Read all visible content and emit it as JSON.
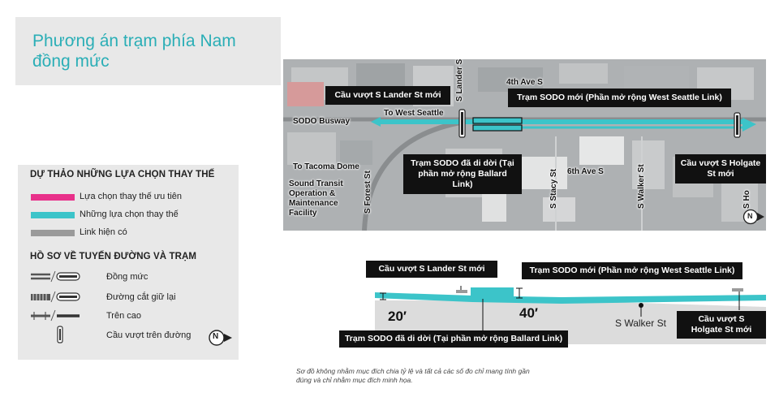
{
  "title": "Phương án trạm phía Nam đồng mức",
  "legend": {
    "alternatives_heading": "DỰ THẢO NHỮNG LỰA CHỌN THAY THẾ",
    "alternatives": [
      {
        "label": "Lựa chọn thay thế ưu tiên",
        "color": "#e8318a"
      },
      {
        "label": "Những lựa chọn thay thế",
        "color": "#3cc4c9"
      },
      {
        "label": "Link hiện có",
        "color": "#9a9a9a"
      }
    ],
    "profile_heading": "HỒ SƠ VỀ TUYẾN ĐƯỜNG VÀ TRẠM",
    "profiles": [
      {
        "label": "Đồng mức"
      },
      {
        "label": "Đường cắt giữ lại"
      },
      {
        "label": "Trên cao"
      },
      {
        "label": "Cầu vượt trên đường"
      }
    ],
    "north": "N"
  },
  "map": {
    "callouts": {
      "lander_overpass": "Cầu vượt S Lander St mới",
      "new_sodo_station": "Trạm SODO mới (Phần mở rộng West Seattle Link)",
      "relocated_sodo": "Trạm SODO đã di dời (Tại phần mở rộng Ballard Link)",
      "holgate_overpass": "Cầu vượt S Holgate St mới"
    },
    "labels": {
      "sodo_busway": "SODO Busway",
      "to_west_seattle": "To West Seattle",
      "s_lander_st": "S Lander St",
      "fourth_ave": "4th Ave S",
      "to_tacoma": "To Tacoma Dome",
      "sound_transit": "Sound Transit Operation & Maintenance Facility",
      "s_forest_st": "S Forest St",
      "sixth_ave": "6th Ave S",
      "s_stacy_st": "S Stacy St",
      "s_walker_st": "S Walker St",
      "s_holgate": "S Ho"
    },
    "north": "N"
  },
  "profile": {
    "callouts": {
      "lander_overpass": "Cầu vượt S Lander St mới",
      "new_sodo_station": "Trạm SODO mới (Phần mở rộng West Seattle Link)",
      "relocated_sodo": "Trạm SODO đã di dời (Tại phần mở rộng Ballard Link)",
      "holgate_overpass": "Cầu vượt S Holgate St mới"
    },
    "depth_left": "20′",
    "depth_right": "40′",
    "street": "S Walker St"
  },
  "disclaimer": "Sơ đồ không nhằm mục đích chia tỷ lệ và tất cả các số đo chỉ mang tính gần đúng và chỉ nhằm mục đích minh họa.",
  "colors": {
    "accent": "#2aaeb6",
    "alignment": "#3cc4c9",
    "callout": "#111111"
  }
}
